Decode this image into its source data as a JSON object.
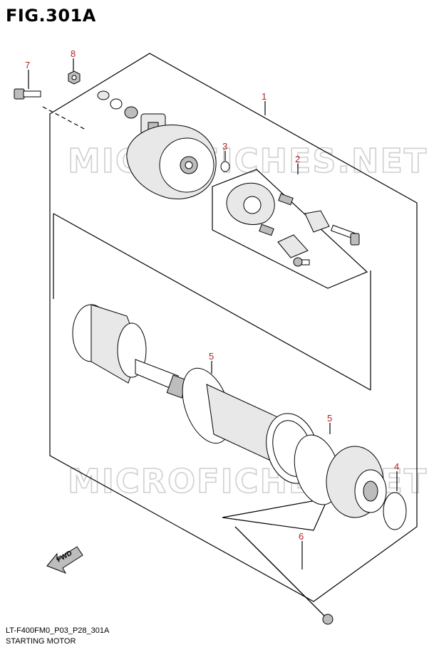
{
  "figure": {
    "title": "FIG.301A",
    "footer_code": "LT-F400FM0_P03_P28_301A",
    "footer_name": "STARTING MOTOR"
  },
  "watermark": "MICROFICHES.NET",
  "fwd_label": "FWD",
  "callouts": [
    "1",
    "2",
    "3",
    "4",
    "5",
    "5",
    "6",
    "7",
    "8"
  ],
  "colors": {
    "callout": "#b22222",
    "line": "#000000",
    "watermark": "#cfcfcf"
  }
}
